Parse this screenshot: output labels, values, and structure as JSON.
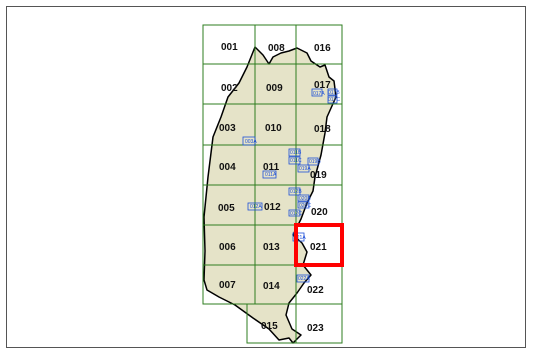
{
  "map": {
    "main_tiles": [
      {
        "id": "001",
        "label": "001"
      },
      {
        "id": "008",
        "label": "008"
      },
      {
        "id": "016",
        "label": "016"
      },
      {
        "id": "002",
        "label": "002"
      },
      {
        "id": "009",
        "label": "009"
      },
      {
        "id": "017",
        "label": "017"
      },
      {
        "id": "003",
        "label": "003"
      },
      {
        "id": "010",
        "label": "010"
      },
      {
        "id": "018",
        "label": "018"
      },
      {
        "id": "004",
        "label": "004"
      },
      {
        "id": "011",
        "label": "011"
      },
      {
        "id": "019",
        "label": "019"
      },
      {
        "id": "005",
        "label": "005"
      },
      {
        "id": "012",
        "label": "012"
      },
      {
        "id": "020",
        "label": "020"
      },
      {
        "id": "006",
        "label": "006"
      },
      {
        "id": "013",
        "label": "013"
      },
      {
        "id": "021",
        "label": "021"
      },
      {
        "id": "007",
        "label": "007"
      },
      {
        "id": "014",
        "label": "014"
      },
      {
        "id": "022",
        "label": "022"
      },
      {
        "id": "015",
        "label": "015"
      },
      {
        "id": "023",
        "label": "023"
      }
    ],
    "sub_tiles": [
      "017A",
      "017B",
      "017C",
      "003A",
      "011B",
      "011C",
      "019B",
      "011A",
      "019A",
      "012B",
      "020B",
      "020C",
      "012A",
      "012C",
      "021A",
      "022A"
    ],
    "selected_tile": "021",
    "colors": {
      "grid": "#2e7d1f",
      "fill": "#e5e3c8",
      "outline": "#000000",
      "subtile": "#1d4fd8",
      "highlight": "#ff0000"
    }
  }
}
